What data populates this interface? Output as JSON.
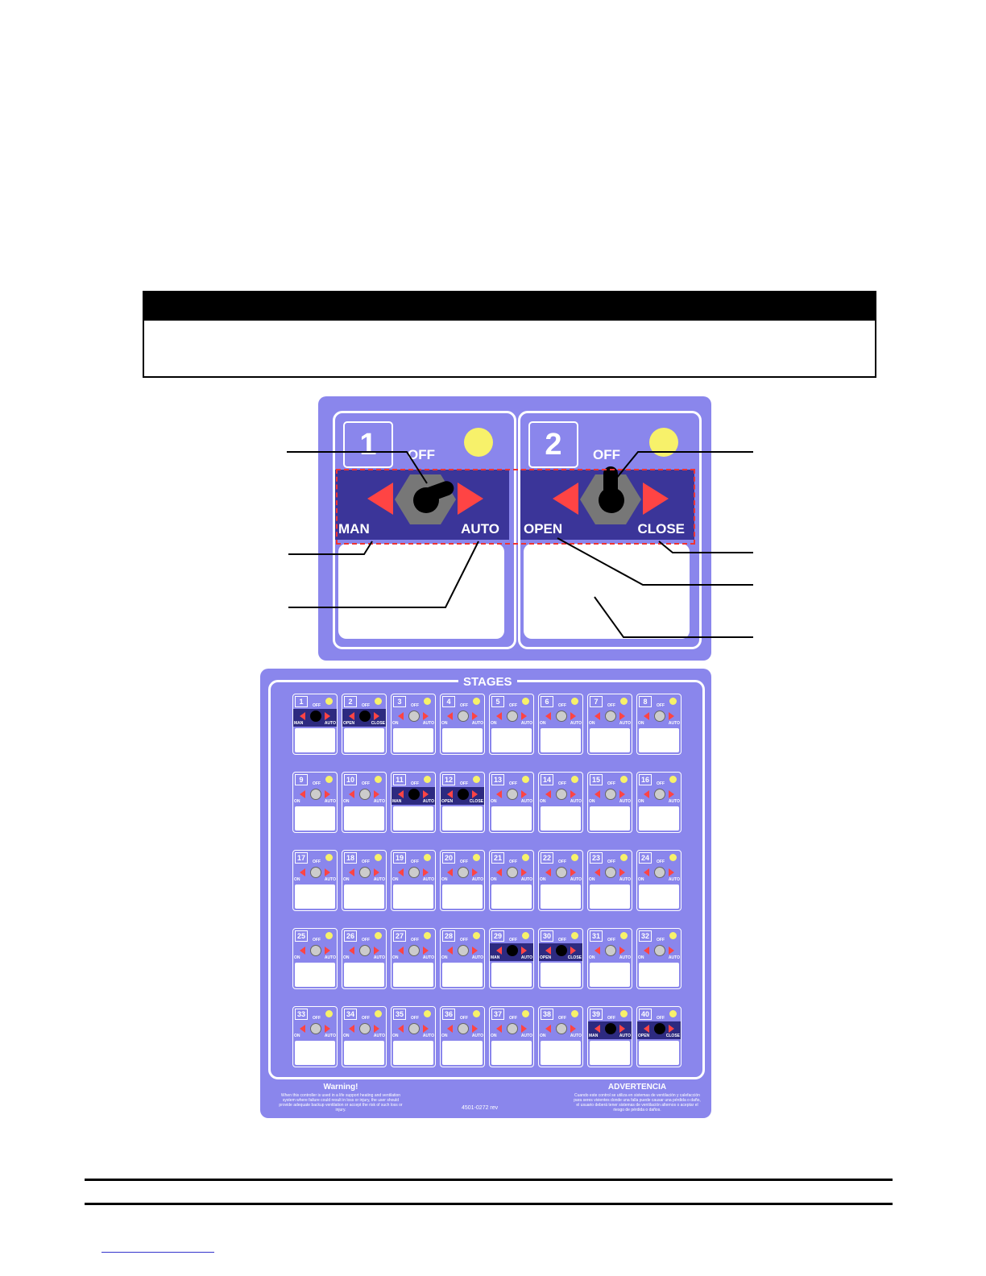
{
  "notice": {
    "title": "",
    "body": ""
  },
  "big_panel": {
    "channels": [
      {
        "number": "1",
        "off_label": "OFF",
        "left_label": "MAN",
        "right_label": "AUTO",
        "lever_position": "right"
      },
      {
        "number": "2",
        "off_label": "OFF",
        "left_label": "OPEN",
        "right_label": "CLOSE",
        "lever_position": "up"
      }
    ]
  },
  "stages": {
    "title": "STAGES",
    "part_number": "4501-0272 rev",
    "warning_en": {
      "title": "Warning!",
      "text": "When this controller is used in a life support heating and ventilation system where failure could result in loss or injury, the user should provide adequate backup ventilation or accept the risk of such loss or injury."
    },
    "warning_es": {
      "title": "ADVERTENCIA",
      "text": "Cuando este control se utiliza en sistemas de ventilación y calefacción para seres vivientes donde una falla puede causar una pérdida o daño, el usuario deberá tener sistemas de ventilación alternos o aceptar el riesgo de pérdida o daños."
    },
    "cells": [
      {
        "n": "1",
        "off": "OFF",
        "l": "MAN",
        "r": "AUTO",
        "alt": true
      },
      {
        "n": "2",
        "off": "OFF",
        "l": "OPEN",
        "r": "CLOSE",
        "alt": true
      },
      {
        "n": "3",
        "off": "OFF",
        "l": "ON",
        "r": "AUTO",
        "alt": false
      },
      {
        "n": "4",
        "off": "OFF",
        "l": "ON",
        "r": "AUTO",
        "alt": false
      },
      {
        "n": "5",
        "off": "OFF",
        "l": "ON",
        "r": "AUTO",
        "alt": false
      },
      {
        "n": "6",
        "off": "OFF",
        "l": "ON",
        "r": "AUTO",
        "alt": false
      },
      {
        "n": "7",
        "off": "OFF",
        "l": "ON",
        "r": "AUTO",
        "alt": false
      },
      {
        "n": "8",
        "off": "OFF",
        "l": "ON",
        "r": "AUTO",
        "alt": false
      },
      {
        "n": "9",
        "off": "OFF",
        "l": "ON",
        "r": "AUTO",
        "alt": false
      },
      {
        "n": "10",
        "off": "OFF",
        "l": "ON",
        "r": "AUTO",
        "alt": false
      },
      {
        "n": "11",
        "off": "OFF",
        "l": "MAN",
        "r": "AUTO",
        "alt": true
      },
      {
        "n": "12",
        "off": "OFF",
        "l": "OPEN",
        "r": "CLOSE",
        "alt": true
      },
      {
        "n": "13",
        "off": "OFF",
        "l": "ON",
        "r": "AUTO",
        "alt": false
      },
      {
        "n": "14",
        "off": "OFF",
        "l": "ON",
        "r": "AUTO",
        "alt": false
      },
      {
        "n": "15",
        "off": "OFF",
        "l": "ON",
        "r": "AUTO",
        "alt": false
      },
      {
        "n": "16",
        "off": "OFF",
        "l": "ON",
        "r": "AUTO",
        "alt": false
      },
      {
        "n": "17",
        "off": "OFF",
        "l": "ON",
        "r": "AUTO",
        "alt": false
      },
      {
        "n": "18",
        "off": "OFF",
        "l": "ON",
        "r": "AUTO",
        "alt": false
      },
      {
        "n": "19",
        "off": "OFF",
        "l": "ON",
        "r": "AUTO",
        "alt": false
      },
      {
        "n": "20",
        "off": "OFF",
        "l": "ON",
        "r": "AUTO",
        "alt": false
      },
      {
        "n": "21",
        "off": "OFF",
        "l": "ON",
        "r": "AUTO",
        "alt": false
      },
      {
        "n": "22",
        "off": "OFF",
        "l": "ON",
        "r": "AUTO",
        "alt": false
      },
      {
        "n": "23",
        "off": "OFF",
        "l": "ON",
        "r": "AUTO",
        "alt": false
      },
      {
        "n": "24",
        "off": "OFF",
        "l": "ON",
        "r": "AUTO",
        "alt": false
      },
      {
        "n": "25",
        "off": "OFF",
        "l": "ON",
        "r": "AUTO",
        "alt": false
      },
      {
        "n": "26",
        "off": "OFF",
        "l": "ON",
        "r": "AUTO",
        "alt": false
      },
      {
        "n": "27",
        "off": "OFF",
        "l": "ON",
        "r": "AUTO",
        "alt": false
      },
      {
        "n": "28",
        "off": "OFF",
        "l": "ON",
        "r": "AUTO",
        "alt": false
      },
      {
        "n": "29",
        "off": "OFF",
        "l": "MAN",
        "r": "AUTO",
        "alt": true
      },
      {
        "n": "30",
        "off": "OFF",
        "l": "OPEN",
        "r": "CLOSE",
        "alt": true
      },
      {
        "n": "31",
        "off": "OFF",
        "l": "ON",
        "r": "AUTO",
        "alt": false
      },
      {
        "n": "32",
        "off": "OFF",
        "l": "ON",
        "r": "AUTO",
        "alt": false
      },
      {
        "n": "33",
        "off": "OFF",
        "l": "ON",
        "r": "AUTO",
        "alt": false
      },
      {
        "n": "34",
        "off": "OFF",
        "l": "ON",
        "r": "AUTO",
        "alt": false
      },
      {
        "n": "35",
        "off": "OFF",
        "l": "ON",
        "r": "AUTO",
        "alt": false
      },
      {
        "n": "36",
        "off": "OFF",
        "l": "ON",
        "r": "AUTO",
        "alt": false
      },
      {
        "n": "37",
        "off": "OFF",
        "l": "ON",
        "r": "AUTO",
        "alt": false
      },
      {
        "n": "38",
        "off": "OFF",
        "l": "ON",
        "r": "AUTO",
        "alt": false
      },
      {
        "n": "39",
        "off": "OFF",
        "l": "MAN",
        "r": "AUTO",
        "alt": true
      },
      {
        "n": "40",
        "off": "OFF",
        "l": "OPEN",
        "r": "CLOSE",
        "alt": true
      }
    ]
  },
  "colors": {
    "panel": "#8a86ec",
    "band": "#3b3599",
    "lamp": "#f7f16a",
    "arrow": "#ff4444"
  }
}
